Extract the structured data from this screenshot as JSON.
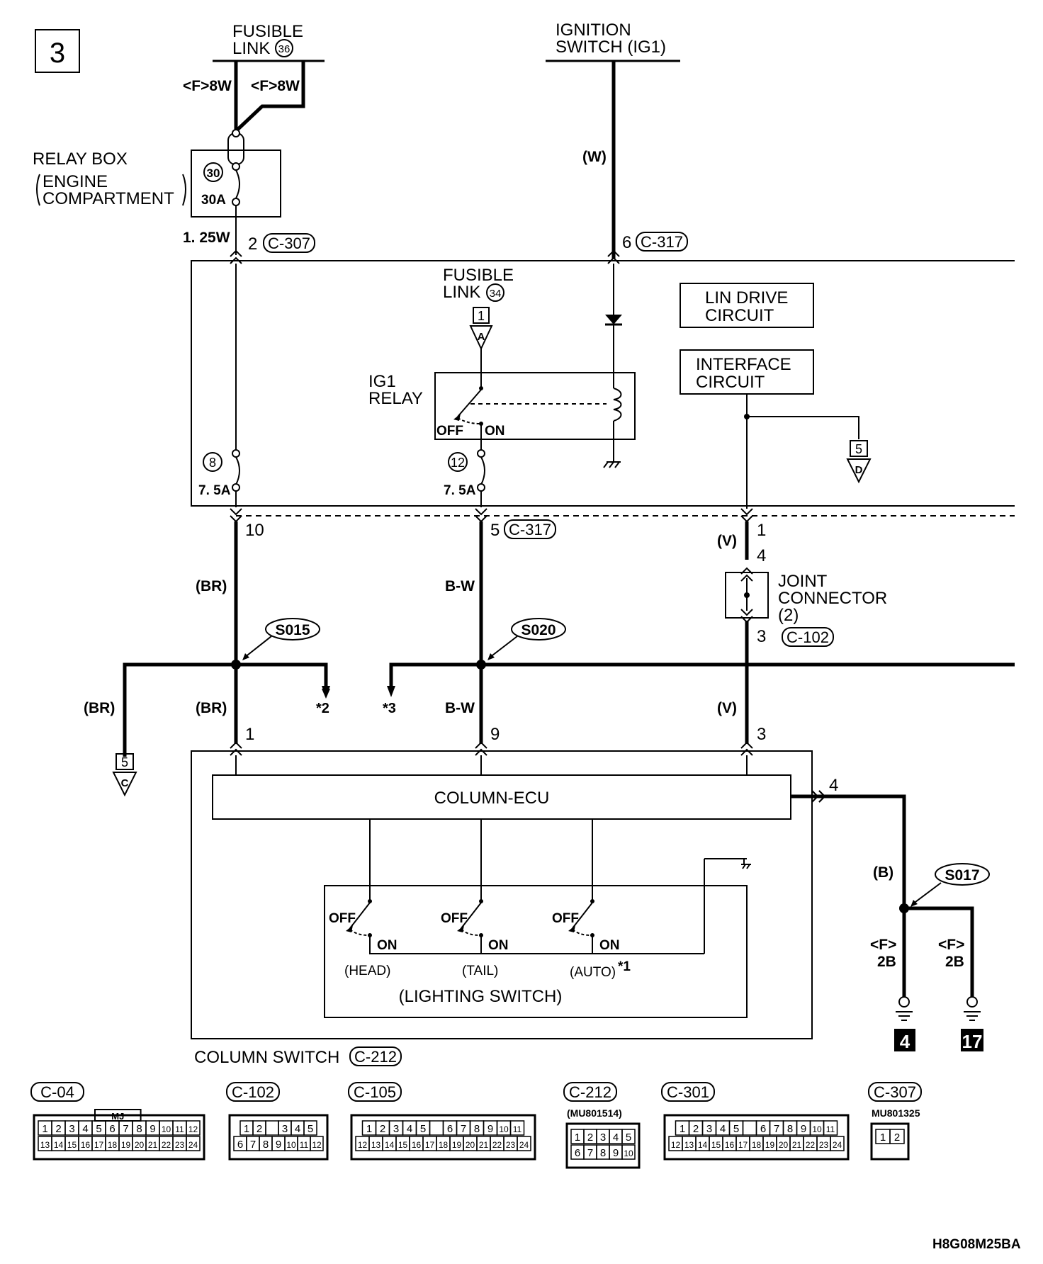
{
  "page_number": "3",
  "diagram_code": "H8G08M25BA",
  "fusible_link_36": {
    "title": "FUSIBLE",
    "label": "LINK",
    "num": "36",
    "wire_left": "<F>8W",
    "wire_right": "<F>8W"
  },
  "ignition_switch": {
    "line1": "IGNITION",
    "line2": "SWITCH (IG1)",
    "wire": "(W)",
    "pin": "6",
    "connector": "C-317"
  },
  "relay_box": {
    "line1": "RELAY BOX",
    "line2": "ENGINE",
    "line3": "COMPARTMENT",
    "fuse_num": "30",
    "fuse_rating": "30A",
    "wire": "1. 25W",
    "pin": "2",
    "connector": "C-307"
  },
  "fusible_link_34": {
    "line1": "FUSIBLE",
    "line2": "LINK",
    "num": "34",
    "ref_page": "1",
    "ref_letter": "A"
  },
  "ig1_relay": {
    "line1": "IG1",
    "line2": "RELAY",
    "off": "OFF",
    "on": "ON"
  },
  "lin_drive": {
    "line1": "LIN DRIVE",
    "line2": "CIRCUIT"
  },
  "interface": {
    "line1": "INTERFACE",
    "line2": "CIRCUIT",
    "ref_page": "5",
    "ref_letter": "D"
  },
  "fuse_8": {
    "num": "8",
    "rating": "7. 5A",
    "pin": "10"
  },
  "fuse_12": {
    "num": "12",
    "rating": "7. 5A",
    "pin": "5",
    "connector": "C-317"
  },
  "lin_pin": {
    "pin": "1",
    "wire": "(V)",
    "jc_in": "4"
  },
  "joint_connector": {
    "line1": "JOINT",
    "line2": "CONNECTOR",
    "line3": "(2)",
    "pin": "3",
    "connector": "C-102"
  },
  "wires": {
    "br": "(BR)",
    "bw": "B-W",
    "v": "(V)",
    "b": "(B)"
  },
  "splices": {
    "s015": "S015",
    "s020": "S020",
    "s017": "S017"
  },
  "notes": {
    "n2": "*2",
    "n3": "*3",
    "n1": "*1"
  },
  "branch_c": {
    "ref_page": "5",
    "ref_letter": "C"
  },
  "column_pins": {
    "p1": "1",
    "p9": "9",
    "p3": "3",
    "p4": "4"
  },
  "column_ecu": "COLUMN-ECU",
  "lighting_switch": {
    "title": "(LIGHTING SWITCH)",
    "off": "OFF",
    "on": "ON",
    "head": "(HEAD)",
    "tail": "(TAIL)",
    "auto": "(AUTO)"
  },
  "column_switch": {
    "label": "COLUMN SWITCH",
    "connector": "C-212"
  },
  "grounds": {
    "left_wire": "<F>",
    "left_size": "2B",
    "right_wire": "<F>",
    "right_size": "2B",
    "left_num": "4",
    "right_num": "17"
  },
  "connectors": [
    {
      "id": "C-04",
      "sub": "",
      "tag": "MJ",
      "row1": [
        "1",
        "2",
        "3",
        "4",
        "5",
        "6",
        "7",
        "8",
        "9",
        "10",
        "11",
        "12"
      ],
      "row2": [
        "13",
        "14",
        "15",
        "16",
        "17",
        "18",
        "19",
        "20",
        "21",
        "22",
        "23",
        "24"
      ]
    },
    {
      "id": "C-102",
      "sub": "",
      "tag": "",
      "row1": [
        "1",
        "2",
        "",
        "3",
        "4",
        "5"
      ],
      "row2": [
        "6",
        "7",
        "8",
        "9",
        "10",
        "11",
        "12"
      ]
    },
    {
      "id": "C-105",
      "sub": "",
      "tag": "",
      "row1": [
        "1",
        "2",
        "3",
        "4",
        "5",
        "",
        "6",
        "7",
        "8",
        "9",
        "10",
        "11"
      ],
      "row2": [
        "12",
        "13",
        "14",
        "15",
        "16",
        "17",
        "18",
        "19",
        "20",
        "21",
        "22",
        "23",
        "24"
      ]
    },
    {
      "id": "C-212",
      "sub": "(MU801514)",
      "tag": "",
      "row1": [
        "1",
        "2",
        "3",
        "4",
        "5"
      ],
      "row2": [
        "6",
        "7",
        "8",
        "9",
        "10"
      ]
    },
    {
      "id": "C-301",
      "sub": "",
      "tag": "",
      "row1": [
        "1",
        "2",
        "3",
        "4",
        "5",
        "",
        "6",
        "7",
        "8",
        "9",
        "10",
        "11"
      ],
      "row2": [
        "12",
        "13",
        "14",
        "15",
        "16",
        "17",
        "18",
        "19",
        "20",
        "21",
        "22",
        "23",
        "24"
      ]
    },
    {
      "id": "C-307",
      "sub": "MU801325",
      "tag": "",
      "row1": [
        "1",
        "2"
      ],
      "row2": []
    }
  ]
}
